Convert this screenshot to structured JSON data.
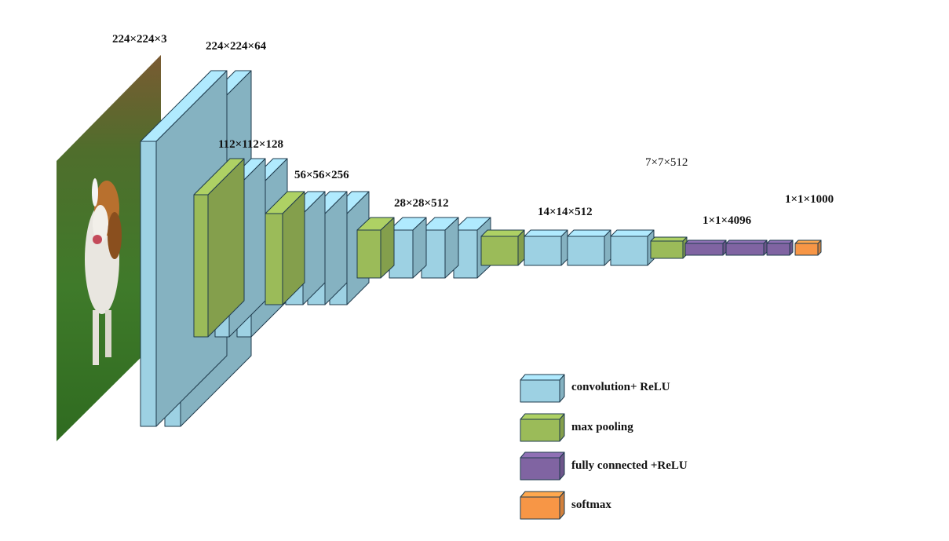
{
  "colors": {
    "conv": "#9DD1E3",
    "pool": "#9BBB59",
    "fc": "#8064A2",
    "softmax": "#F79646",
    "edge": "#1f3b4d"
  },
  "dimension_labels": {
    "input": "224×224×3",
    "stage1": "224×224×64",
    "stage2": "112×112×128",
    "stage3": "56×56×256",
    "stage4": "28×28×512",
    "stage5": "14×14×512",
    "pool5": "7×7×512",
    "fc": "1×1×4096",
    "out": "1×1×1000"
  },
  "legend": {
    "conv": "convolution+ ReLU",
    "pool": "max pooling",
    "fc": "fully connected +ReLU",
    "softmax": "softmax"
  },
  "input_image": "beagle-dog-photo"
}
